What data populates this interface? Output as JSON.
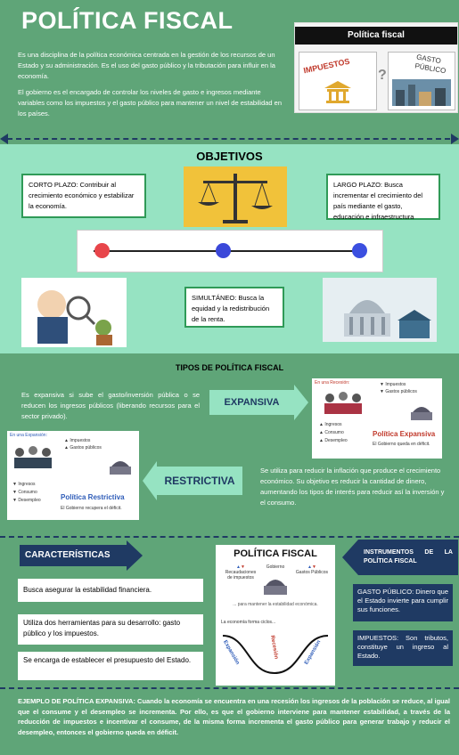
{
  "header": {
    "title": "POLÍTICA FISCAL",
    "intro_p1": "Es una disciplina de la política económica centrada en la gestión de los recursos de un Estado y su administración. Es el uso del gasto público y la tributación para influir en la economía.",
    "intro_p2": "El gobierno es el encargado de controlar los niveles de gasto e ingresos mediante variables como los impuestos y el gasto público para mantener un nivel de estabilidad en los países.",
    "image_title": "Política fiscal",
    "image_left": "IMPUESTOS",
    "image_right": "GASTO PÚBLICO"
  },
  "objetivos": {
    "heading": "OBJETIVOS",
    "corto": "CORTO PLAZO: Contribuir al crecimiento económico y estabilizar la economía.",
    "largo": "LARGO PLAZO: Busca incrementar el crecimiento del país mediante el gasto, educación e infraestructura",
    "simultaneo": "SIMULTÁNEO: Busca la equidad y la redistribución de la renta.",
    "dot_colors": [
      "#e8454a",
      "#3b48d9",
      "#3b4fe0"
    ]
  },
  "tipos": {
    "heading": "TIPOS DE POLÍTICA FISCAL",
    "expansiva_desc": "Es expansiva si sube el gasto/inversión pública o se reducen los ingresos públicos (liberando recursos para el sector privado).",
    "expansiva_label": "EXPANSIVA",
    "restrictiva_label": "RESTRICTIVA",
    "restrictiva_desc": "Se utiliza para reducir la inflación que produce el crecimiento económico. Su objetivo es reducir la cantidad de dinero, aumentando los tipos de interés para reducir así la inversión y el consumo.",
    "exp_img": {
      "caption": "En una Recesión:",
      "items_up": [
        "Impuestos",
        "Gastos públicos"
      ],
      "items_down": [
        "Ingresos",
        "Consumo",
        "Desempleo"
      ],
      "title": "Política Expansiva",
      "sub": "El Gobierno queda en déficit."
    },
    "res_img": {
      "caption": "En una Expansión:",
      "items_up": [
        "Impuestos",
        "Gastos públicos"
      ],
      "items_down": [
        "Ingresos",
        "Consumo",
        "Desempleo"
      ],
      "title": "Política Restrictiva",
      "sub": "El Gobierno recupera el déficit."
    }
  },
  "caracteristicas": {
    "heading": "CARACTERÍSTICAS",
    "items": [
      "Busca asegurar la estabilidad financiera.",
      "Utiliza dos herramientas para su desarrollo: gasto público y los impuestos.",
      "Se encarga de establecer el presupuesto del Estado."
    ],
    "diagram": {
      "title": "POLÍTICA FISCAL",
      "left": "Recaudaciones de impuestos",
      "gobierno": "Gobierno",
      "right": "Gastos Públicos",
      "caption": "... para mantener la estabilidad económica.",
      "cycle": "La economía forma ciclos...",
      "labels": [
        "Expansión",
        "Recesión",
        "Expansión"
      ]
    }
  },
  "instrumentos": {
    "heading": "INSTRUMENTOS DE LA POLÍTICA FISCAL",
    "gasto": "GASTO PÚBLICO: Dinero que el Estado invierte para cumplir sus funciones.",
    "impuestos": "IMPUESTOS: Son tributos, constituye un ingreso al Estado."
  },
  "ejemplo": "EJEMPLO DE POLÍTICA EXPANSIVA: Cuando la economía se encuentra en una recesión los ingresos de la población se reduce, al igual que el consume y el desempleo se incrementa. Por ello, es que el gobierno interviene para mantener estabilidad, a través de la reducción de impuestos e incentivar el consume, de la misma forma incrementa el gasto público para generar trabajo y reducir el desempleo, entonces el gobierno queda en déficit."
}
